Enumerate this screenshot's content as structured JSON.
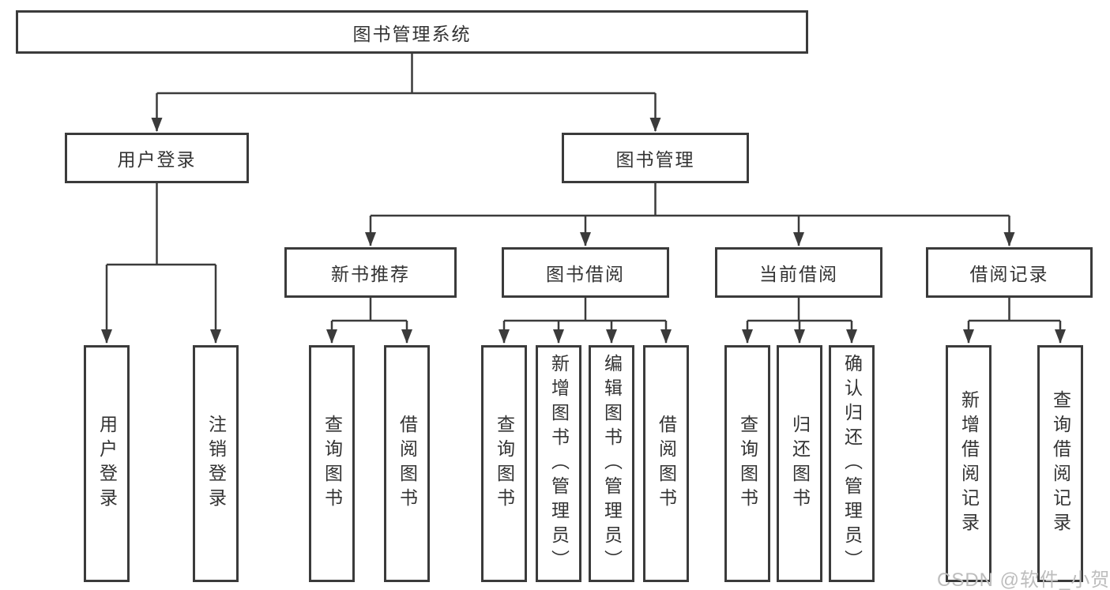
{
  "diagram": {
    "root": "图书管理系统",
    "level2": {
      "user_login": "用户登录",
      "book_management": "图书管理"
    },
    "level3": {
      "new_book_recommend": "新书推荐",
      "book_borrow": "图书借阅",
      "current_borrow": "当前借阅",
      "borrow_records": "借阅记录"
    },
    "leaves": {
      "user_login_login": "用户登录",
      "user_login_logout": "注销登录",
      "nb_query_books": "查询图书",
      "nb_borrow_books": "借阅图书",
      "bb_query_books": "查询图书",
      "bb_add_books_admin": "新增图书（管理员）",
      "bb_edit_books_admin": "编辑图书（管理员）",
      "bb_borrow_books": "借阅图书",
      "cb_query_books": "查询图书",
      "cb_return_books": "归还图书",
      "cb_confirm_return_admin": "确认归还（管理员）",
      "br_add_record": "新增借阅记录",
      "br_query_record": "查询借阅记录"
    }
  },
  "watermark": "CSDN @软件_小贺同学",
  "colors": {
    "line": "#3b3b3b",
    "text": "#333333",
    "background": "#ffffff",
    "watermark": "#bdbdbd"
  }
}
